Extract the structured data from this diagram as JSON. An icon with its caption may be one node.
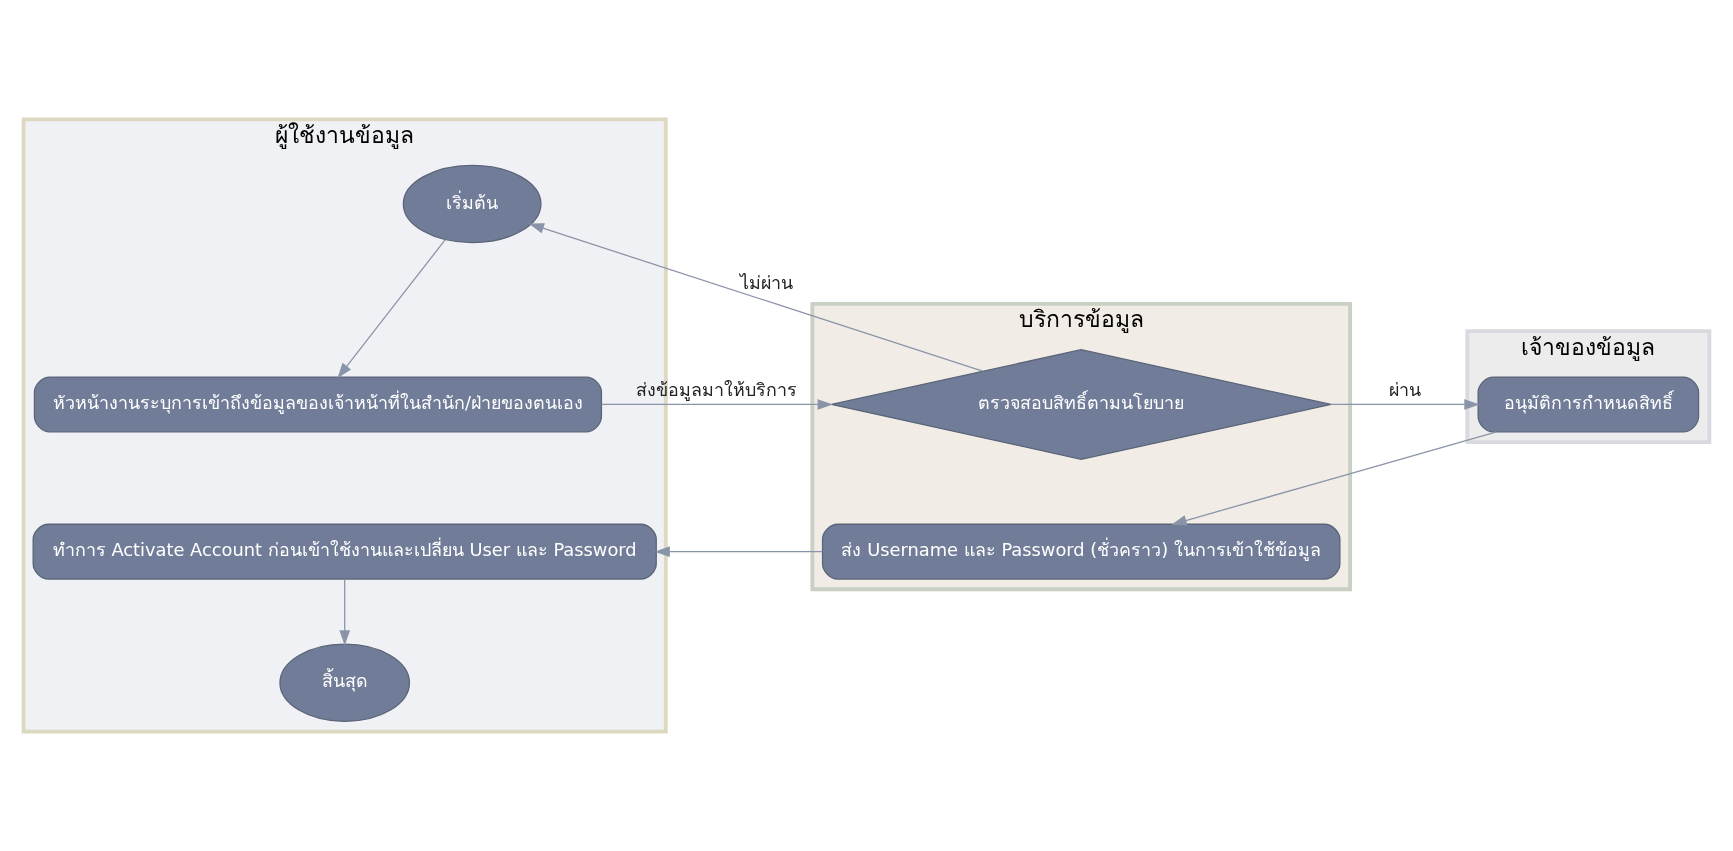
{
  "diagram": {
    "nodes": [
      {
        "text": [
          "ผู้ใช้งานข้อมูล"
        ]
      },
      {
        "text": [
          "เริ่มต้น"
        ],
        "in": 0
      },
      {
        "text": [
          "หัวหน้างานระบุการเข้าถึงข้อมูลของเจ้าหน้าที่ในสำนัก/ฝ่ายของตนเอง"
        ],
        "in": 0
      },
      {
        "text": [
          "ทำการ Activate Account ก่อนเข้าใช้งานและเปลี่ยน User และ Password"
        ],
        "in": 0
      },
      {
        "text": [
          "สิ้นสุด"
        ],
        "in": 0
      },
      {
        "text": [
          "บริการข้อมูล"
        ]
      },
      {
        "text": [
          "ตรวจสอบสิทธิ์ตามนโยบาย"
        ],
        "in": 5
      },
      {
        "text": [
          "ส่ง Username และ Password (ชั่วคราว) ในการเข้าใช้ข้อมูล"
        ],
        "in": 5
      },
      {
        "text": [
          "เจ้าของข้อมูล"
        ]
      },
      {
        "text": [
          "อนุมัติการกำหนดสิทธิ์"
        ],
        "in": 8
      }
    ],
    "edges": [
      {
        "from": 1,
        "to": 2,
        "arrow": "to"
      },
      {
        "from": 2,
        "to": 6,
        "arrow": "to",
        "label": "ส่งข้อมูลมาให้บริการ"
      },
      {
        "from": 6,
        "to": 1,
        "arrow": "to",
        "label": "ไม่ผ่าน"
      },
      {
        "from": 6,
        "to": 9,
        "arrow": "to",
        "label": "ผ่าน"
      },
      {
        "from": 9,
        "to": 7,
        "arrow": "to"
      },
      {
        "from": 7,
        "to": 3,
        "arrow": "to"
      },
      {
        "from": 3,
        "to": 4,
        "arrow": "to"
      }
    ]
  }
}
